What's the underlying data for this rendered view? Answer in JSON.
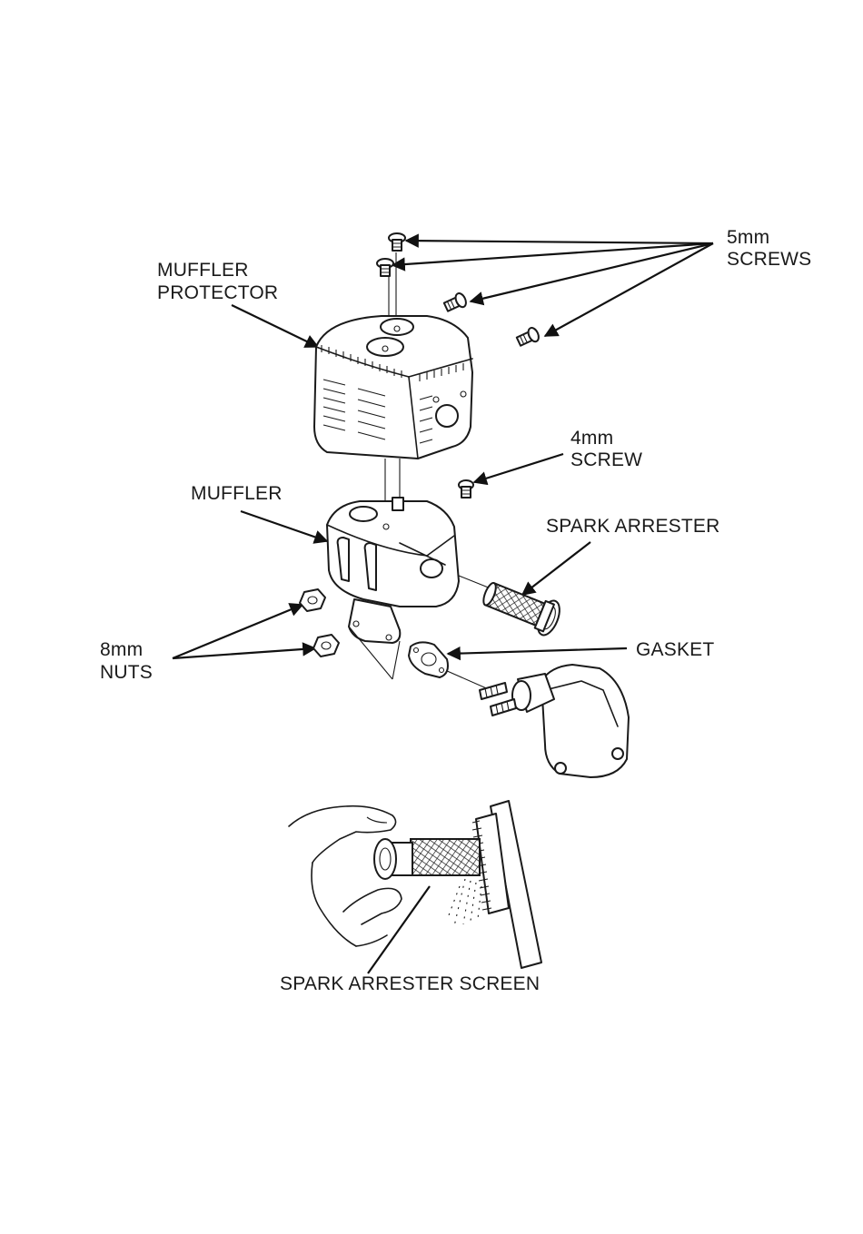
{
  "labels": {
    "screws_5mm": [
      "5mm",
      "SCREWS"
    ],
    "muffler_protector": [
      "MUFFLER",
      "PROTECTOR"
    ],
    "screw_4mm": [
      "4mm",
      "SCREW"
    ],
    "muffler": "MUFFLER",
    "spark_arrester": "SPARK ARRESTER",
    "nuts_8mm": [
      "8mm",
      "NUTS"
    ],
    "gasket": "GASKET",
    "spark_arrester_screen": "SPARK ARRESTER SCREEN"
  },
  "colors": {
    "ink": "#1a1a1a",
    "background": "#ffffff"
  }
}
